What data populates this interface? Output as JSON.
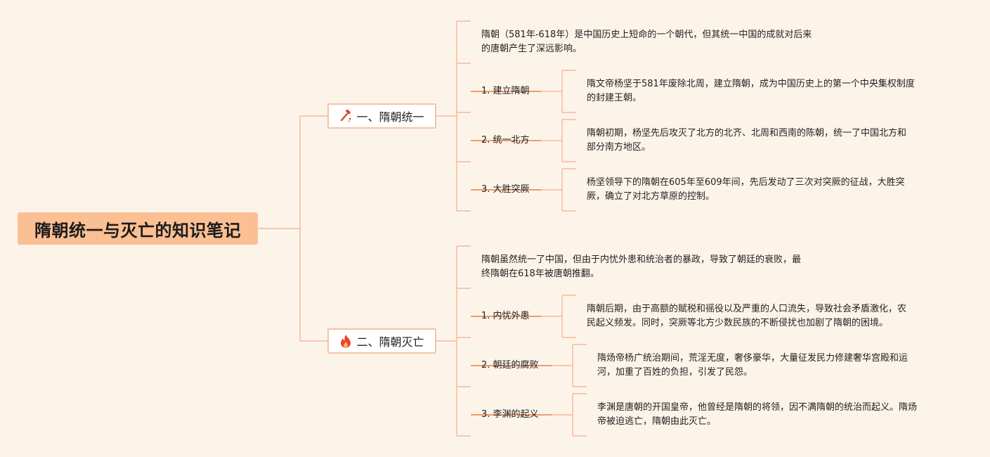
{
  "title": "隋朝统一与灭亡的知识笔记",
  "branches": [
    {
      "label": "一、隋朝统一",
      "icon": "hammer-icon",
      "intro": [
        "隋朝（581年-618年）是中国历史上短命的一个朝代，但其统一中国的成就对后来",
        "的唐朝产生了深远影响。"
      ],
      "items": [
        {
          "label": "1. 建立隋朝",
          "detail": [
            "隋文帝杨坚于581年废除北周，建立隋朝，成为中国历史上的第一个中央集权制度",
            "的封建王朝。"
          ]
        },
        {
          "label": "2. 统一北方",
          "detail": [
            "隋朝初期，杨坚先后攻灭了北方的北齐、北周和西南的陈朝，统一了中国北方和",
            "部分南方地区。"
          ]
        },
        {
          "label": "3. 大胜突厥",
          "detail": [
            "杨坚领导下的隋朝在605年至609年间，先后发动了三次对突厥的征战，大胜突",
            "厥，确立了对北方草原的控制。"
          ]
        }
      ]
    },
    {
      "label": "二、隋朝灭亡",
      "icon": "fire-icon",
      "intro": [
        "隋朝虽然统一了中国，但由于内忧外患和统治者的暴政，导致了朝廷的衰败，最",
        "终隋朝在618年被唐朝推翻。"
      ],
      "items": [
        {
          "label": "1. 内忧外患",
          "detail": [
            "隋朝后期，由于高额的赋税和徭役以及严重的人口流失，导致社会矛盾激化，农",
            "民起义频发。同时，突厥等北方少数民族的不断侵扰也加剧了隋朝的困境。"
          ]
        },
        {
          "label": "2. 朝廷的腐败",
          "detail": [
            "隋炀帝杨广统治期间，荒淫无度，奢侈豪华，大量征发民力修建奢华宫殿和运",
            "河，加重了百姓的负担，引发了民怨。"
          ]
        },
        {
          "label": "3. 李渊的起义",
          "detail": [
            "李渊是唐朝的开国皇帝，他曾经是隋朝的将领，因不满隋朝的统治而起义。隋炀",
            "帝被迫逃亡，隋朝由此灭亡。"
          ]
        }
      ]
    }
  ],
  "colors": {
    "background": "#fdf4e9",
    "root_fill": "#fbbf94",
    "line": "#f7b89a",
    "icon_red": "#e04030"
  }
}
